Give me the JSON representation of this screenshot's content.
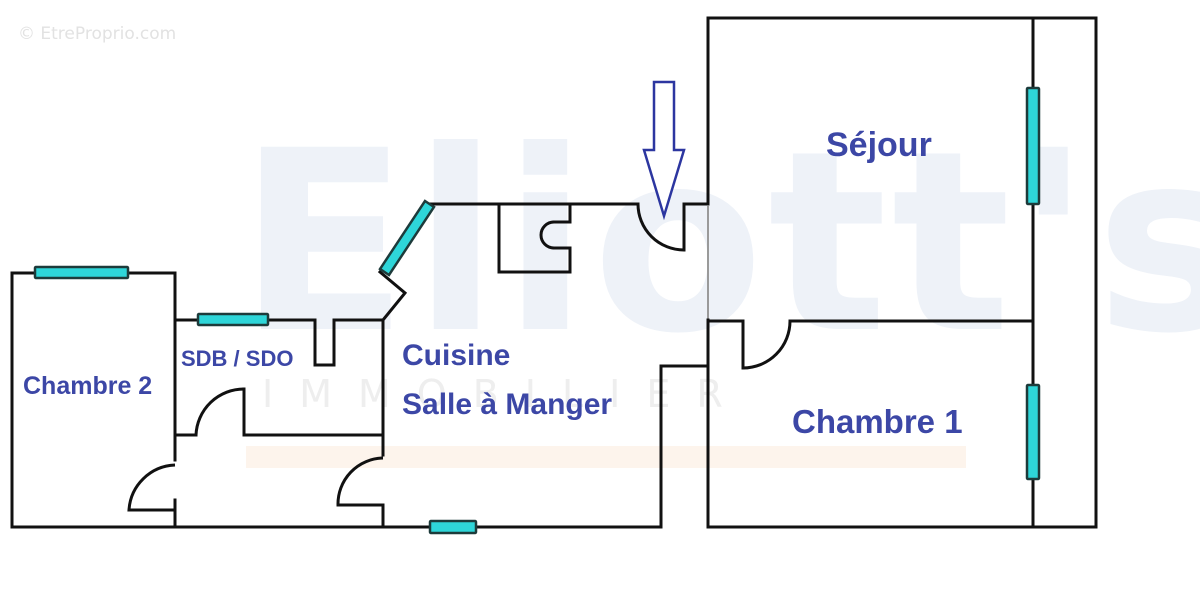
{
  "watermark": {
    "credit": "© EtreProprio.com",
    "brand": "Eliott's",
    "sub": "IMMOBILIER"
  },
  "rooms": {
    "sejour": "Séjour",
    "chambre1": "Chambre 1",
    "chambre2": "Chambre 2",
    "sdb": "SDB / SDO",
    "cuisine_line1": "Cuisine",
    "cuisine_line2": "Salle à Manger"
  },
  "colors": {
    "label": "#3c47a6",
    "wall": "#111111",
    "window_fill": "#2ed6d9",
    "window_stroke": "#1d3b3b",
    "entrance_arrow": "#2c36a0"
  },
  "legend": {
    "entrance_arrow": "entrance-arrow"
  }
}
